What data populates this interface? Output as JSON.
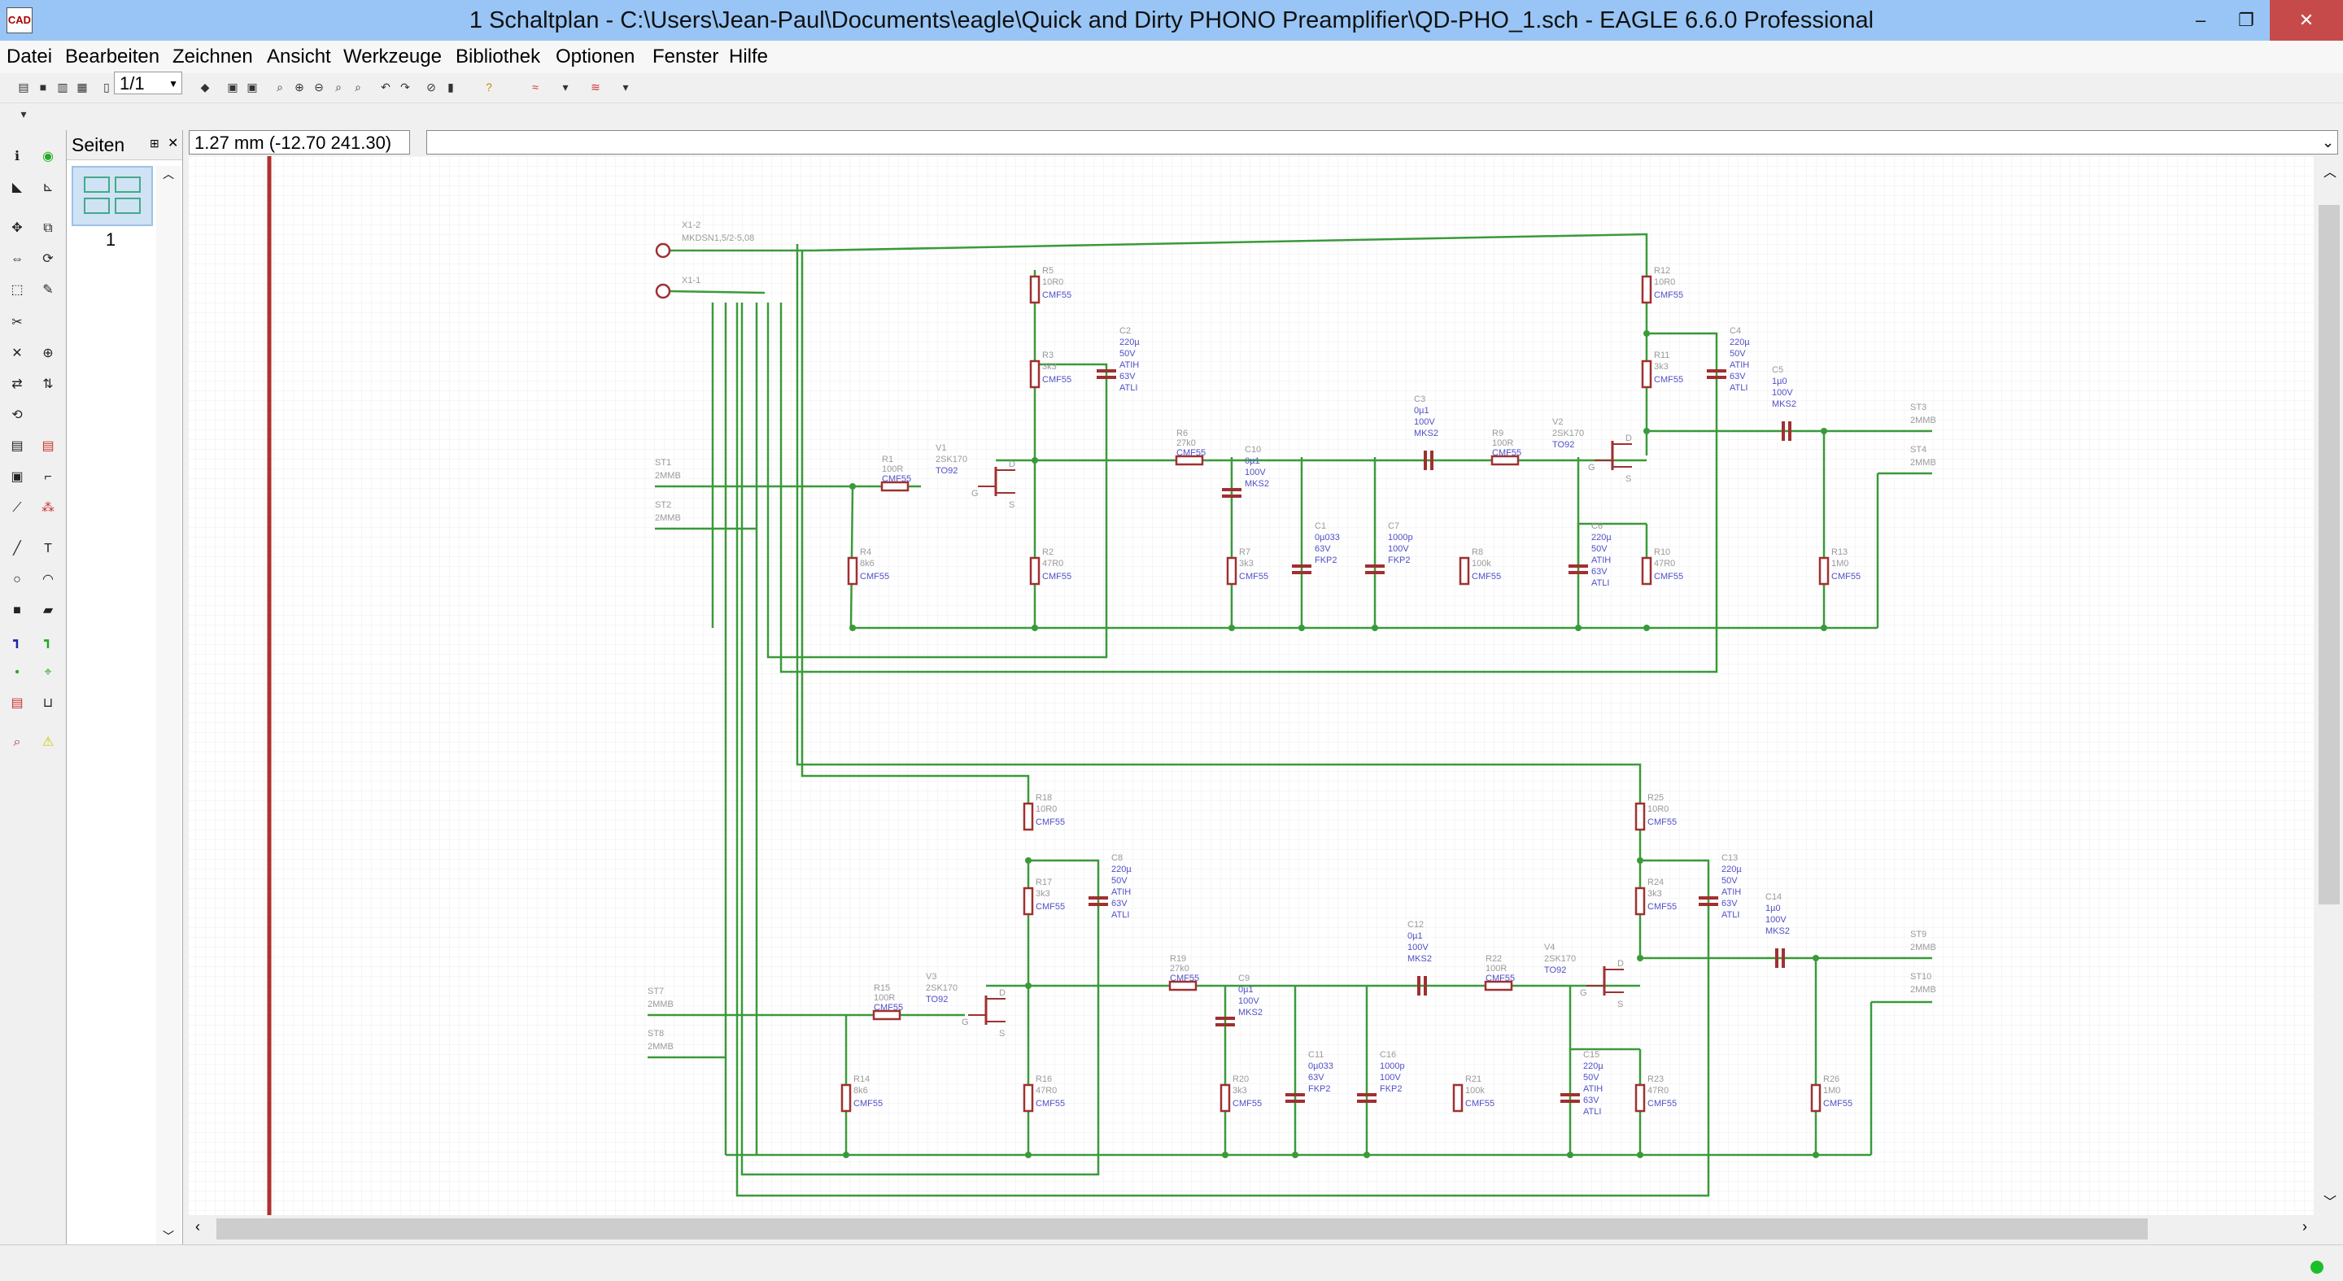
{
  "window": {
    "title": "1 Schaltplan - C:\\Users\\Jean-Paul\\Documents\\eagle\\Quick and Dirty PHONO Preamplifier\\QD-PHO_1.sch - EAGLE 6.6.0 Professional",
    "app_icon_text": "CAD",
    "minimize": "–",
    "restore": "❐",
    "close": "✕"
  },
  "menu": [
    "Datei",
    "Bearbeiten",
    "Zeichnen",
    "Ansicht",
    "Werkzeuge",
    "Bibliothek",
    "Optionen",
    "Fenster",
    "Hilfe"
  ],
  "toolbar": {
    "zoom_value": "1/1"
  },
  "pages_panel": {
    "title": "Seiten",
    "page_number": "1"
  },
  "coordinates": "1.27 mm (-12.70 241.30)",
  "colors": {
    "wire": "#3a9a3a",
    "symbol": "#a03030",
    "label": "#9a9a9a",
    "value": "#5050c8",
    "frame": "#b03030"
  },
  "schematic": {
    "connector_x1": {
      "refs": [
        "X1-2",
        "X1-1"
      ],
      "value": "MKDSN1,5/2-5,08"
    },
    "inputs": [
      {
        "ref": "ST1",
        "value": "2MMB"
      },
      {
        "ref": "ST2",
        "value": "2MMB"
      },
      {
        "ref": "ST7",
        "value": "2MMB"
      },
      {
        "ref": "ST8",
        "value": "2MMB"
      }
    ],
    "outputs": [
      {
        "ref": "ST3",
        "value": "2MMB"
      },
      {
        "ref": "ST4",
        "value": "2MMB"
      },
      {
        "ref": "ST9",
        "value": "2MMB"
      },
      {
        "ref": "ST10",
        "value": "2MMB"
      }
    ],
    "resistors": [
      {
        "ref": "R5",
        "value": "10R0",
        "pkg": "CMF55"
      },
      {
        "ref": "R3",
        "value": "3k3",
        "pkg": "CMF55"
      },
      {
        "ref": "R1",
        "value": "100R",
        "pkg": "CMF55"
      },
      {
        "ref": "R4",
        "value": "8k6",
        "pkg": "CMF55"
      },
      {
        "ref": "R2",
        "value": "47R0",
        "pkg": "CMF55"
      },
      {
        "ref": "R6",
        "value": "27k0",
        "pkg": "CMF55"
      },
      {
        "ref": "R7",
        "value": "3k3",
        "pkg": "CMF55"
      },
      {
        "ref": "R9",
        "value": "100R",
        "pkg": "CMF55"
      },
      {
        "ref": "R8",
        "value": "100k",
        "pkg": "CMF55"
      },
      {
        "ref": "R12",
        "value": "10R0",
        "pkg": "CMF55"
      },
      {
        "ref": "R11",
        "value": "3k3",
        "pkg": "CMF55"
      },
      {
        "ref": "R10",
        "value": "47R0",
        "pkg": "CMF55"
      },
      {
        "ref": "R13",
        "value": "1M0",
        "pkg": "CMF55"
      },
      {
        "ref": "R18",
        "value": "10R0",
        "pkg": "CMF55"
      },
      {
        "ref": "R17",
        "value": "3k3",
        "pkg": "CMF55"
      },
      {
        "ref": "R15",
        "value": "100R",
        "pkg": "CMF55"
      },
      {
        "ref": "R14",
        "value": "8k6",
        "pkg": "CMF55"
      },
      {
        "ref": "R16",
        "value": "47R0",
        "pkg": "CMF55"
      },
      {
        "ref": "R19",
        "value": "27k0",
        "pkg": "CMF55"
      },
      {
        "ref": "R20",
        "value": "3k3",
        "pkg": "CMF55"
      },
      {
        "ref": "R22",
        "value": "100R",
        "pkg": "CMF55"
      },
      {
        "ref": "R21",
        "value": "100k",
        "pkg": "CMF55"
      },
      {
        "ref": "R25",
        "value": "10R0",
        "pkg": "CMF55"
      },
      {
        "ref": "R24",
        "value": "3k3",
        "pkg": "CMF55"
      },
      {
        "ref": "R23",
        "value": "47R0",
        "pkg": "CMF55"
      },
      {
        "ref": "R26",
        "value": "1M0",
        "pkg": "CMF55"
      }
    ],
    "capacitors": [
      {
        "ref": "C2",
        "lines": [
          "220µ",
          "50V",
          "ATIH",
          "63V",
          "ATLI"
        ]
      },
      {
        "ref": "C10",
        "lines": [
          "0µ1",
          "100V",
          "MKS2"
        ]
      },
      {
        "ref": "C1",
        "lines": [
          "0µ033",
          "63V",
          "FKP2"
        ]
      },
      {
        "ref": "C7",
        "lines": [
          "1000p",
          "100V",
          "FKP2"
        ]
      },
      {
        "ref": "C3",
        "lines": [
          "0µ1",
          "100V",
          "MKS2"
        ]
      },
      {
        "ref": "C6",
        "lines": [
          "220µ",
          "50V",
          "ATIH",
          "63V",
          "ATLI"
        ]
      },
      {
        "ref": "C4",
        "lines": [
          "220µ",
          "50V",
          "ATIH",
          "63V",
          "ATLI"
        ]
      },
      {
        "ref": "C5",
        "lines": [
          "1µ0",
          "100V",
          "MKS2"
        ]
      },
      {
        "ref": "C8",
        "lines": [
          "220µ",
          "50V",
          "ATIH",
          "63V",
          "ATLI"
        ]
      },
      {
        "ref": "C9",
        "lines": [
          "0µ1",
          "100V",
          "MKS2"
        ]
      },
      {
        "ref": "C11",
        "lines": [
          "0µ033",
          "63V",
          "FKP2"
        ]
      },
      {
        "ref": "C16",
        "lines": [
          "1000p",
          "100V",
          "FKP2"
        ]
      },
      {
        "ref": "C12",
        "lines": [
          "0µ1",
          "100V",
          "MKS2"
        ]
      },
      {
        "ref": "C15",
        "lines": [
          "220µ",
          "50V",
          "ATIH",
          "63V",
          "ATLI"
        ]
      },
      {
        "ref": "C13",
        "lines": [
          "220µ",
          "50V",
          "ATIH",
          "63V",
          "ATLI"
        ]
      },
      {
        "ref": "C14",
        "lines": [
          "1µ0",
          "100V",
          "MKS2"
        ]
      }
    ],
    "transistors": [
      {
        "ref": "V1",
        "value": "2SK170",
        "pkg": "TO92"
      },
      {
        "ref": "V2",
        "value": "2SK170",
        "pkg": "TO92"
      },
      {
        "ref": "V3",
        "value": "2SK170",
        "pkg": "TO92"
      },
      {
        "ref": "V4",
        "value": "2SK170",
        "pkg": "TO92"
      }
    ],
    "pin_letters": {
      "d": "D",
      "g": "G",
      "s": "S"
    }
  }
}
